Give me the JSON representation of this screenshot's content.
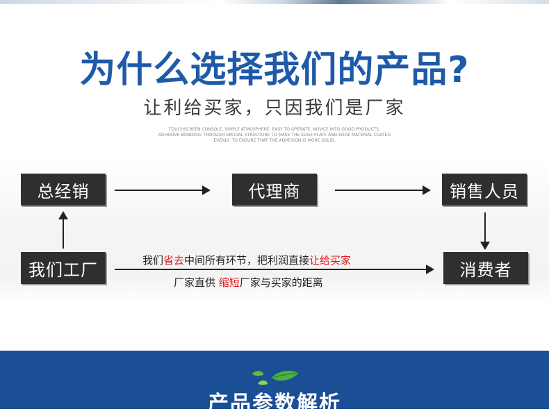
{
  "headline": "为什么选择我们的产品?",
  "subheadline": "让利给买家，只因我们是厂家",
  "english_text": {
    "line1": "TOUCHSCREEN CONSOLE, SIMPLE ATMOSPHERE, EASY TO OPERATE, NOVICE INTO GOOD PRODUCTS.",
    "line2": "ADHESIVE BONDING: THROUGH SPECIAL STRUCTURE TO MAKE THE EDGE PLATE AND EDGE MATERIAL COATED",
    "line3": "EVENLY, TO ENSURE THAT THE ADHESION IS MORE SOLID."
  },
  "flow": {
    "general_distributor": "总经销",
    "agent": "代理商",
    "sales_person": "销售人员",
    "our_factory": "我们工厂",
    "consumer": "消费者"
  },
  "notes": {
    "line1_a": "我们",
    "line1_b": "省去",
    "line1_c": "中间所有环节，把利润直接",
    "line1_d": "让给买家",
    "line2_a": "厂家直供 ",
    "line2_b": "缩短",
    "line2_c": "厂家与买家的距离"
  },
  "section_title": "产品参数解析",
  "colors": {
    "accent_blue": "#1e5aa8",
    "band_blue": "#1a4f95",
    "highlight_red": "#e0191e",
    "node_dark": "#2f2f2f"
  },
  "icons": [
    "leaf-icon"
  ]
}
